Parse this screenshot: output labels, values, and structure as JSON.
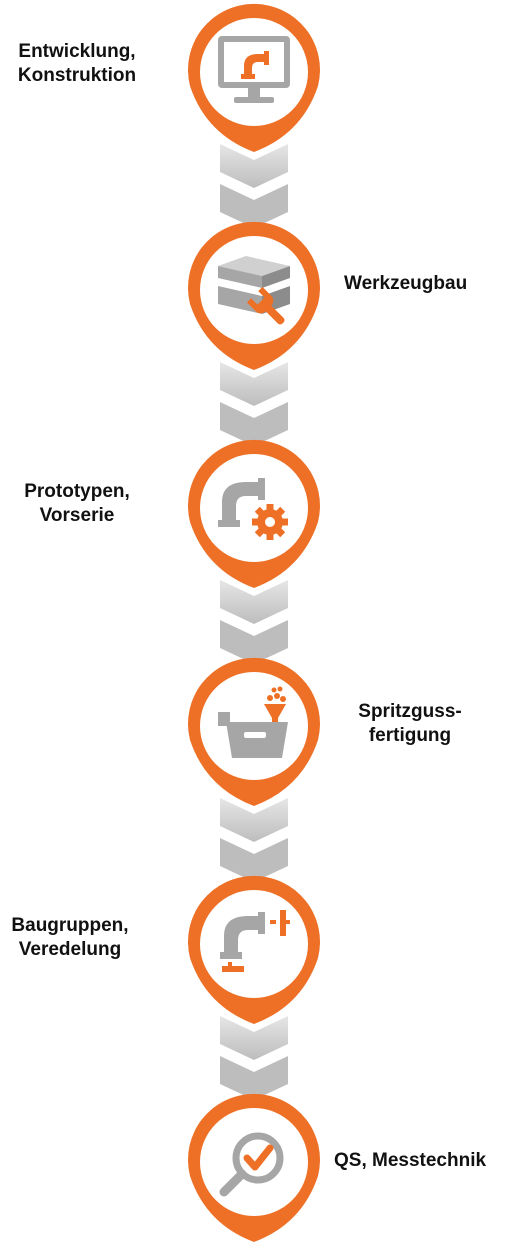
{
  "colors": {
    "accent": "#EE7026",
    "icon_gray": "#A6A6A6",
    "connector_gray": "#BFBFBF",
    "connector_light": "#D9D9D9"
  },
  "steps": [
    {
      "icon": "monitor-pipe-icon",
      "label_lines": [
        "Entwicklung,",
        "Konstruktion"
      ]
    },
    {
      "icon": "mold-wrench-icon",
      "label_lines": [
        "Werkzeugbau"
      ]
    },
    {
      "icon": "pipe-gear-icon",
      "label_lines": [
        "Prototypen,",
        "Vorserie"
      ]
    },
    {
      "icon": "injection-machine-icon",
      "label_lines": [
        "Spritzguss-",
        "fertigung"
      ]
    },
    {
      "icon": "pipe-assembly-icon",
      "label_lines": [
        "Baugruppen,",
        "Veredelung"
      ]
    },
    {
      "icon": "magnifier-check-icon",
      "label_lines": [
        "QS, Messtechnik"
      ]
    }
  ]
}
